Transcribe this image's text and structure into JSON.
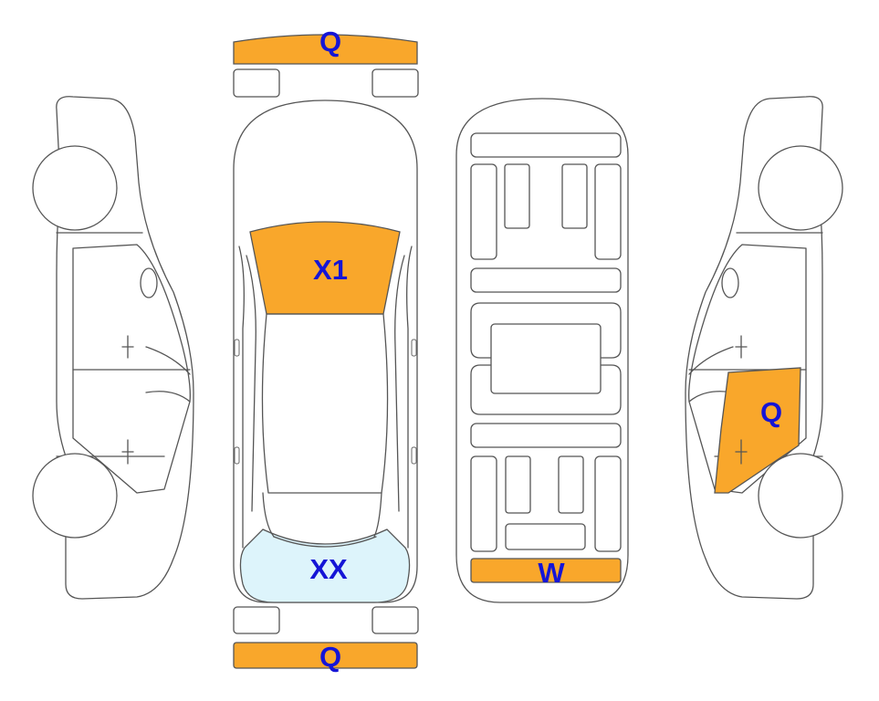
{
  "colors": {
    "damage": "#F9A72B",
    "glass_damage": "#DDF4FB",
    "label": "#1515D6",
    "outline": "#555555"
  },
  "markers": {
    "front_bumper": "Q",
    "windshield": "X1",
    "rear_window": "XX",
    "rear_bumper": "Q",
    "rear_door_right": "Q",
    "underbody_rear": "W"
  }
}
